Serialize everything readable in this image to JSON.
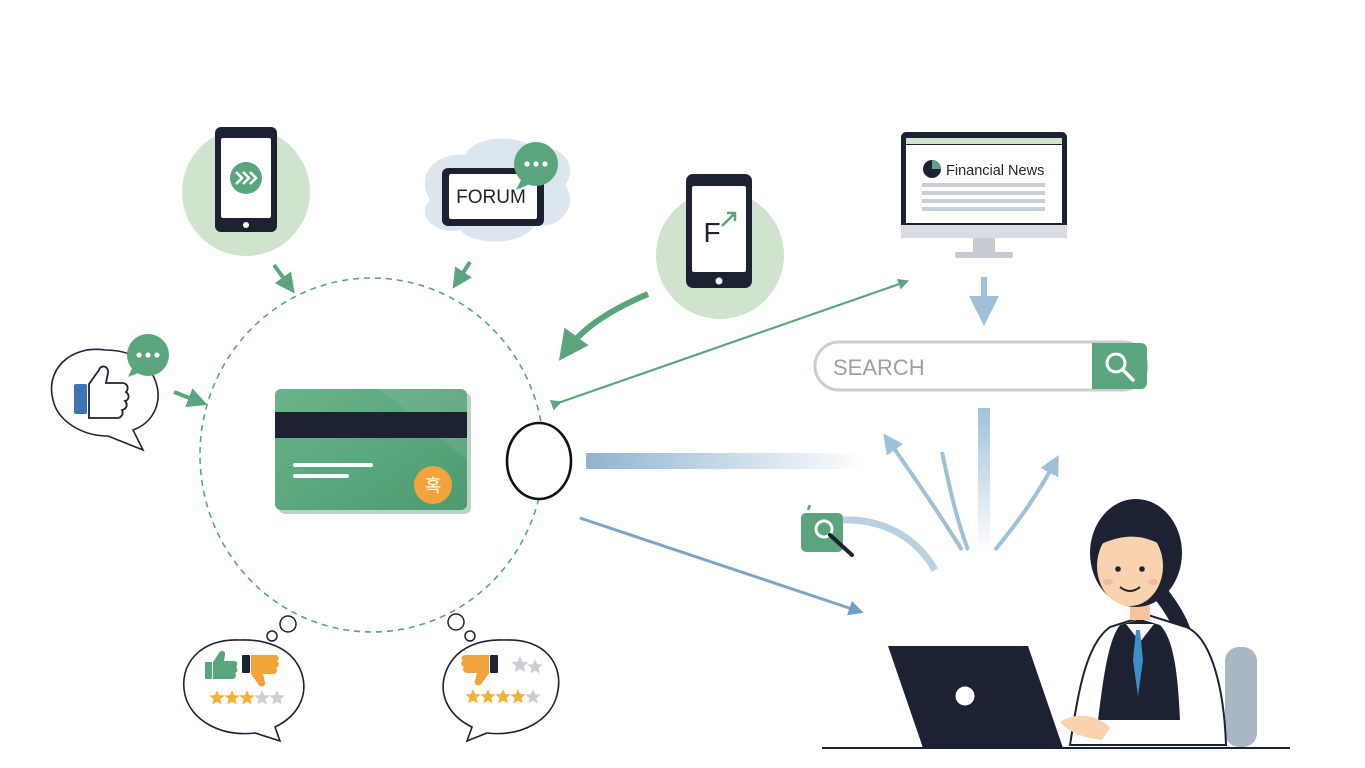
{
  "labels": {
    "forum": "FORUM",
    "app_letter": "F",
    "financial_news": "Financial News",
    "search_placeholder": "SEARCH",
    "card_badge": "혹"
  },
  "ratings": {
    "left_bubble_stars": 3,
    "right_bubble_stars": 4,
    "total_stars": 5
  },
  "colors": {
    "accent_green": "#5aa57d",
    "light_green": "#cfe3cd",
    "blue_arrow": "#7aa7c7",
    "dark": "#1d2233",
    "orange": "#f2a33a"
  },
  "icons": [
    "chat-app-icon",
    "forum-tablet-icon",
    "finance-app-icon",
    "thumbs-up-icon",
    "credit-card-icon",
    "financial-news-monitor-icon",
    "search-icon",
    "magnifier-badge-icon",
    "laptop-icon",
    "person-icon",
    "thumbs-down-icon",
    "star-icon"
  ]
}
